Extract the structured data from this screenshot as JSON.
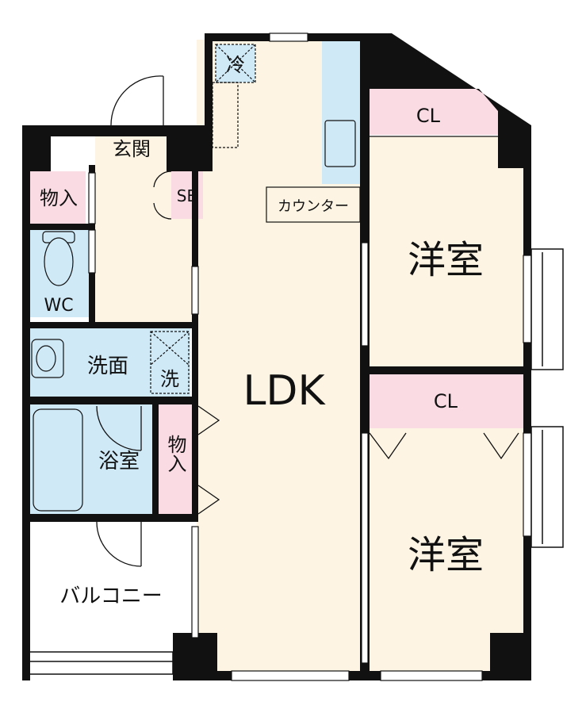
{
  "rooms": {
    "ldk": "LDK",
    "western_room_top": "洋室",
    "western_room_bottom": "洋室",
    "closet_top": "CL",
    "closet_bottom": "CL",
    "entrance": "玄関",
    "storage_left": "物入",
    "shoe_box": "SB",
    "toilet": "WC",
    "washroom": "洗面",
    "laundry": "洗",
    "bathroom": "浴室",
    "storage_mid": "物入",
    "balcony": "バルコニー",
    "fridge": "冷",
    "counter": "カウンター"
  },
  "colors": {
    "floor": "#fdf4e3",
    "closet": "#fadbe4",
    "water": "#cfe9f7",
    "wall": "#111111"
  }
}
